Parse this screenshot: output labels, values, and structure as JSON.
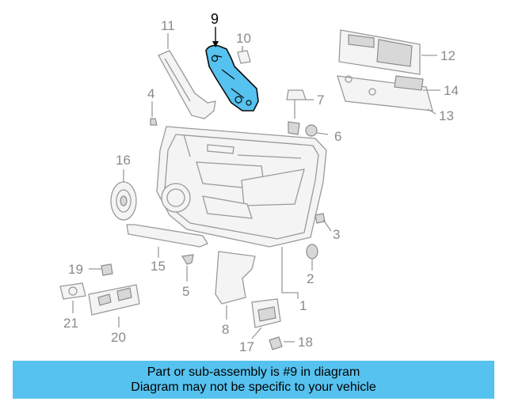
{
  "diagram": {
    "highlight_color": "#56c2ef",
    "callouts": {
      "p1": "1",
      "p2": "2",
      "p3": "3",
      "p4": "4",
      "p5": "5",
      "p6": "6",
      "p7": "7",
      "p8": "8",
      "p9": "9",
      "p10": "10",
      "p11": "11",
      "p12": "12",
      "p13": "13",
      "p14": "14",
      "p15": "15",
      "p16": "16",
      "p17": "17",
      "p18": "18",
      "p19": "19",
      "p20": "20",
      "p21": "21"
    },
    "highlighted_part": "9"
  },
  "banner": {
    "line1": "Part or sub-assembly is #9 in diagram",
    "line2": "Diagram may not be specific to your vehicle"
  }
}
